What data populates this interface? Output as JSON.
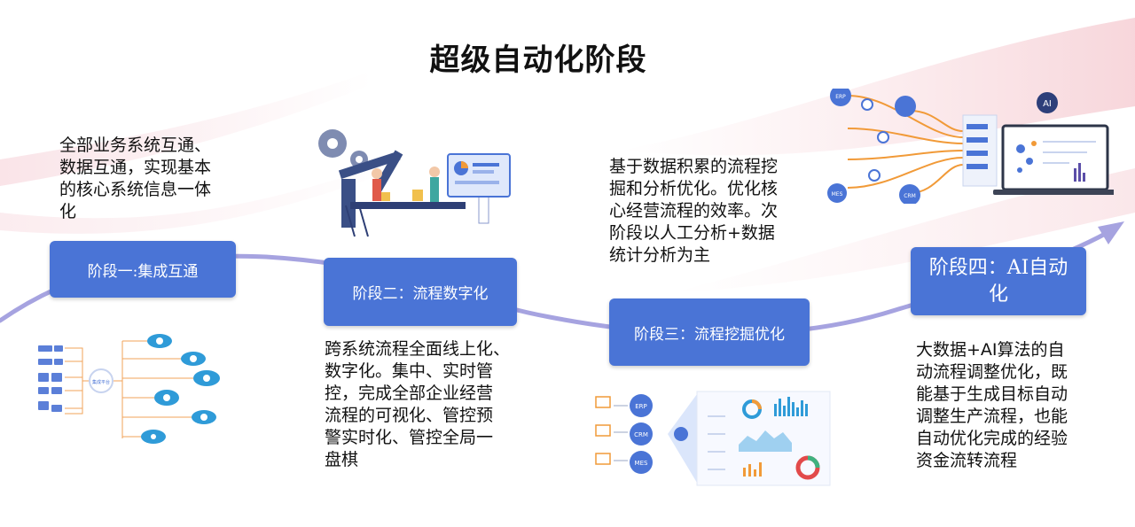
{
  "title": "超级自动化阶段",
  "stages": [
    {
      "label": "阶段一:集成互通",
      "desc": "全部业务系统互通、\n数据互通，实现基本\n的核心系统信息一体\n化"
    },
    {
      "label": "阶段二：流程数字化",
      "desc": "跨系统流程全面线上化、\n数字化。集中、实时管\n控，完成全部企业经营\n流程的可视化、管控预\n警实时化、管控全局一\n盘棋"
    },
    {
      "label": "阶段三：流程挖掘优化",
      "desc": "基于数据积累的流程挖\n掘和分析优化。优化核\n心经营流程的效率。次\n阶段以人工分析+数据\n统计分析为主"
    },
    {
      "label": "阶段四：AI自动\n化",
      "desc": "大数据+AI算法的自\n动流程调整优化，既\n能基于生成目标自动\n调整生产流程，也能\n自动优化完成的经验\n资金流转流程"
    }
  ],
  "illustrations": {
    "integration": {
      "center": "集成平台"
    },
    "mining": {
      "systems": [
        "ERP",
        "CRM",
        "MES"
      ]
    },
    "ai": {
      "badge": "AI",
      "systems": [
        "ERP",
        "MES",
        "CRM"
      ]
    }
  },
  "colors": {
    "stage_box": "#4a74d6",
    "curve": "#a6a3e0",
    "accent": "#2f7fe0",
    "orange": "#f19a38"
  }
}
